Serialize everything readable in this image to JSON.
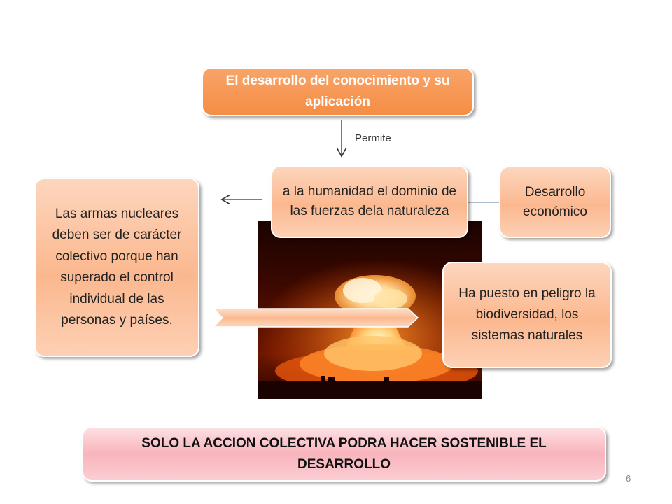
{
  "nodes": {
    "top": "El desarrollo del conocimiento y su aplicación",
    "center": "a la humanidad el dominio de las fuerzas dela naturaleza",
    "left": "Las armas nucleares deben ser de carácter colectivo porque han superado el control individual de las personas y países.",
    "right_top": "Desarrollo económico",
    "right_bottom": "Ha puesto en peligro la biodiversidad, los sistemas naturales",
    "bottom": "SOLO LA ACCION COLECTIVA PODRA HACER SOSTENIBLE EL DESARROLLO"
  },
  "edges": {
    "top_to_center_label": "Permite"
  },
  "image": {
    "description_icon": "nuclear-explosion-photo"
  },
  "slide": {
    "page_number": "6"
  },
  "colors": {
    "orange_box": "#f58d44",
    "peach_box": "#fbb88f",
    "pink_box": "#f9b4bc"
  }
}
